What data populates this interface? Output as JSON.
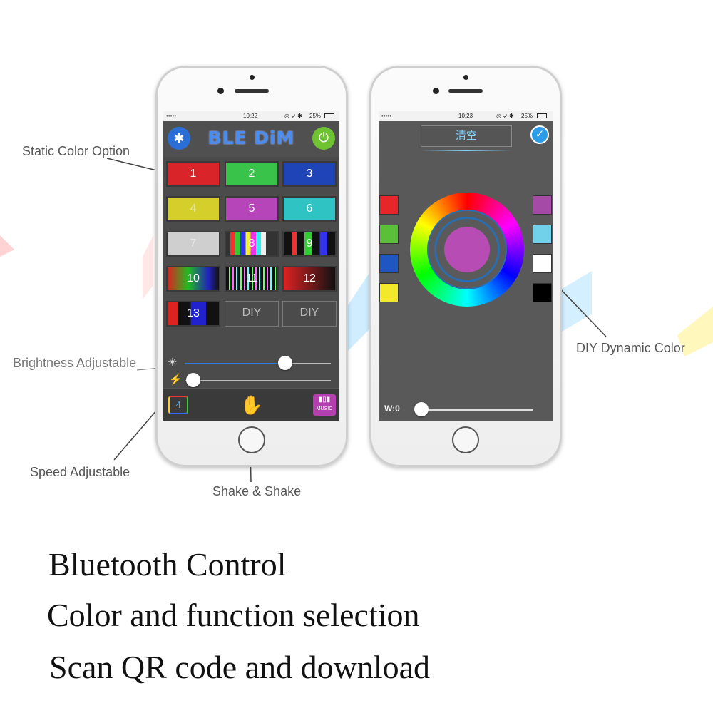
{
  "annotations": {
    "static_color": "Static  Color  Option",
    "brightness": "Brightness  Adjustable",
    "speed": "Speed    Adjustable",
    "shake": "Shake  &  Shake",
    "diy_dynamic": "DIY  Dynamic  Color"
  },
  "phone1": {
    "status": {
      "carrier": "•••••",
      "time": "10:22",
      "battery": "25%"
    },
    "title": "BLE DiM",
    "tiles": [
      {
        "label": "1",
        "color": "#d9242a"
      },
      {
        "label": "2",
        "color": "#39c34a"
      },
      {
        "label": "3",
        "color": "#1f44b8"
      },
      {
        "label": "4",
        "color": "#d4cf2a"
      },
      {
        "label": "5",
        "color": "#b645b9"
      },
      {
        "label": "6",
        "color": "#2fc3c3"
      },
      {
        "label": "7",
        "color": "#cfcfcf"
      },
      {
        "label": "8",
        "color": "stripes"
      },
      {
        "label": "9",
        "color": "stripes"
      },
      {
        "label": "10",
        "color": "gradient"
      },
      {
        "label": "11",
        "color": "stripes"
      },
      {
        "label": "12",
        "color": "red-black"
      },
      {
        "label": "13",
        "color": "split"
      },
      {
        "label": "DIY",
        "color": "#4b4b4b"
      },
      {
        "label": "DIY",
        "color": "#4b4b4b"
      }
    ],
    "brightness_level": 0.69,
    "speed_level": 0.02,
    "mode_indicator": "4",
    "music_label": "MUSIC"
  },
  "phone2": {
    "status": {
      "carrier": "•••••",
      "time": "10:23",
      "battery": "25%"
    },
    "clear_label": "清空",
    "left_swatches": [
      "#e8262a",
      "#5cbf3a",
      "#1f56c2",
      "#f2e92b"
    ],
    "right_swatches": [
      "#a64aa8",
      "#72d1ea",
      "#ffffff",
      "#000000"
    ],
    "selected_color": "#b84cb5",
    "white_label": "W:0",
    "white_level": 0.0
  },
  "captions": [
    "Bluetooth Control",
    "Color and function selection",
    "Scan QR code and download"
  ]
}
